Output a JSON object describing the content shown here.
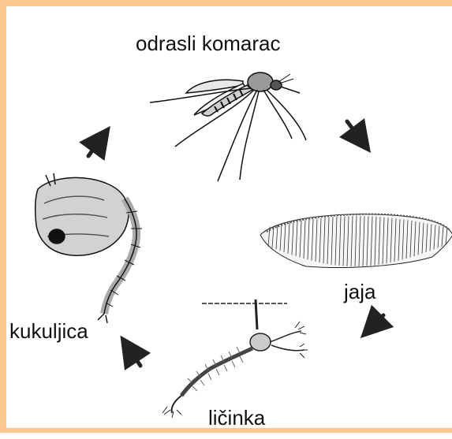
{
  "colors": {
    "border": "#fbc98f",
    "background": "#ffffff",
    "ink": "#111111"
  },
  "stages": {
    "adult": {
      "label": "odrasli komarac",
      "icon": "adult-mosquito-icon"
    },
    "eggs": {
      "label": "jaja",
      "icon": "egg-raft-icon"
    },
    "larva": {
      "label": "ličinka",
      "icon": "larva-icon"
    },
    "pupa": {
      "label": "kukuljica",
      "icon": "pupa-icon"
    }
  }
}
